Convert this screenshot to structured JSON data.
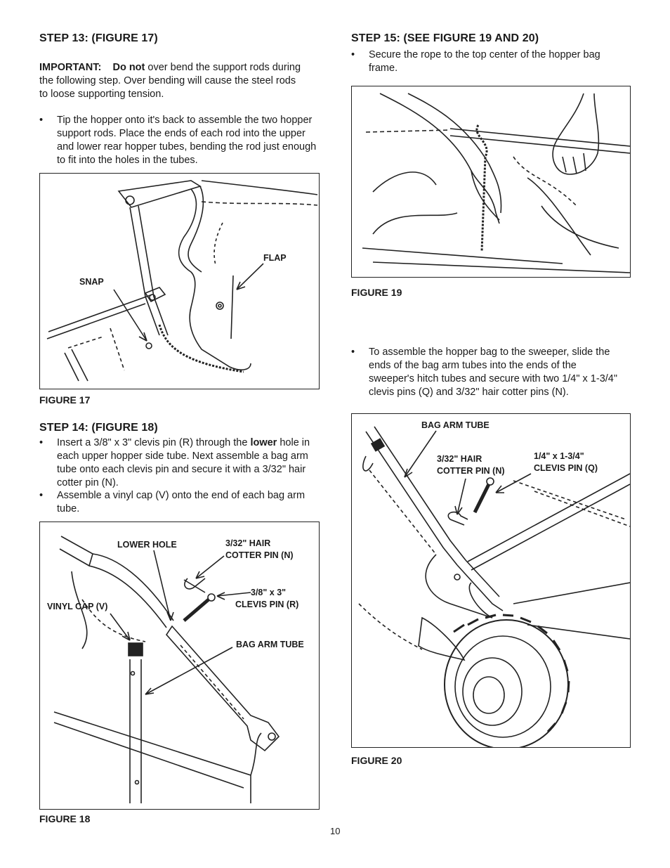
{
  "left": {
    "step13": {
      "title": "STEP 13: (FIGURE 17)",
      "important_label": "IMPORTANT:",
      "do_not": "Do not",
      "important_rest": " over bend the support rods during the following step. Over bending will cause the steel rods to loose supporting tension.",
      "bullet1": "Tip the hopper onto it's back to assemble the two hopper support rods. Place the ends of each rod into the upper and lower rear hopper tubes, bending the rod just enough to fit into the holes in the tubes."
    },
    "figure17": {
      "caption": "FIGURE 17",
      "label_flap": "FLAP",
      "label_snap": "SNAP"
    },
    "step14": {
      "title": "STEP 14: (FIGURE 18)",
      "bullet1_pre": "Insert a 3/8\" x 3\" clevis pin (R) through the ",
      "bullet1_bold": "lower",
      "bullet1_post": " hole in each upper hopper side tube. Next assemble a bag arm tube onto each clevis pin and secure it with a 3/32\" hair cotter pin (N).",
      "bullet2": "Assemble a vinyl cap (V) onto the end of each bag arm tube."
    },
    "figure18": {
      "caption": "FIGURE 18",
      "label_lower_hole": "LOWER HOLE",
      "label_hair_cotter_1": "3/32\" HAIR",
      "label_hair_cotter_2": "COTTER PIN (N)",
      "label_clevis_1": "3/8\" x 3\"",
      "label_clevis_2": "CLEVIS PIN (R)",
      "label_vinyl_cap": "VINYL CAP (V)",
      "label_bag_arm_tube": "BAG ARM TUBE"
    }
  },
  "right": {
    "step15": {
      "title": "STEP 15: (SEE FIGURE 19 AND 20)",
      "bullet1": "Secure the rope to the top center of the hopper bag frame.",
      "bullet2": "To assemble the hopper bag to the sweeper, slide the ends of the bag arm tubes into the ends of the sweeper's hitch tubes and secure with two 1/4\" x 1-3/4\" clevis pins (Q) and 3/32\" hair cotter pins (N)."
    },
    "figure19": {
      "caption": "FIGURE 19"
    },
    "figure20": {
      "caption": "FIGURE 20",
      "label_bag_arm_tube": "BAG ARM TUBE",
      "label_hair_cotter_1": "3/32\" HAIR",
      "label_hair_cotter_2": "COTTER PIN (N)",
      "label_clevis_1": "1/4\" x 1-3/4\"",
      "label_clevis_2": "CLEVIS PIN (Q)"
    }
  },
  "page_number": "10"
}
